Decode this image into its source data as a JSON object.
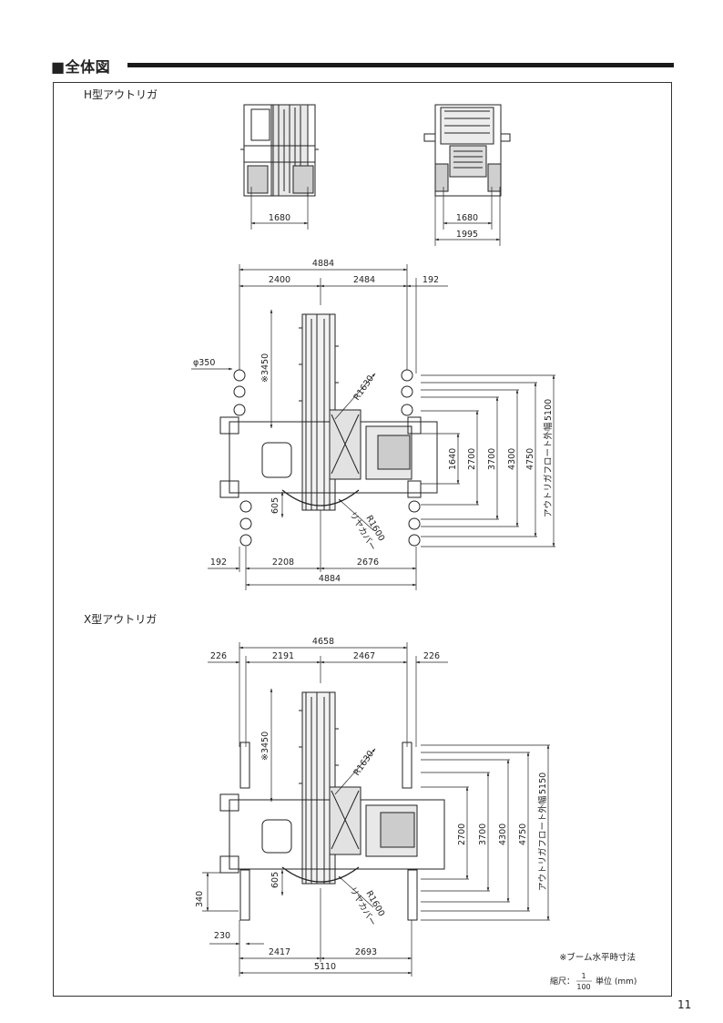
{
  "header": {
    "title": "■全体図"
  },
  "page_number": "11",
  "h_section": {
    "title": "H型アウトリガ",
    "front_view": {
      "track": "1680"
    },
    "rear_view": {
      "track": "1680",
      "width": "1995"
    },
    "top": {
      "total": "4884",
      "front": "2400",
      "rear": "2484",
      "overhang": "192"
    },
    "bottom": {
      "overhang": "192",
      "front": "2208",
      "rear": "2676",
      "total": "4884"
    },
    "float_dia": "φ350",
    "boom_dim": "※3450",
    "radius_front": "R1630",
    "rear_offset": "605",
    "radius_rear": "R1600",
    "rear_cover": "リヤカバー",
    "widths": [
      "1640",
      "2700",
      "3700",
      "4300",
      "4750"
    ],
    "float_width_label": "アウトリガフロート外幅",
    "float_width": "5100"
  },
  "x_section": {
    "title": "X型アウトリガ",
    "top": {
      "total": "4658",
      "left_overhang": "226",
      "front": "2191",
      "rear": "2467",
      "right_overhang": "226"
    },
    "boom_dim": "※3450",
    "radius_front": "R1630",
    "rear_offset": "605",
    "radius_rear": "R1600",
    "rear_cover": "リヤカバー",
    "side_340": "340",
    "side_230": "230",
    "bottom": {
      "front": "2417",
      "rear": "2693",
      "total": "5110"
    },
    "widths": [
      "2700",
      "3700",
      "4300",
      "4750"
    ],
    "float_width_label": "アウトリガフロート外幅",
    "float_width": "5150"
  },
  "notes": {
    "boom_note": "※ブーム水平時寸法",
    "scale_label": "縮尺：",
    "scale_num": "1",
    "scale_den": "100",
    "unit": "単位 (mm)"
  }
}
